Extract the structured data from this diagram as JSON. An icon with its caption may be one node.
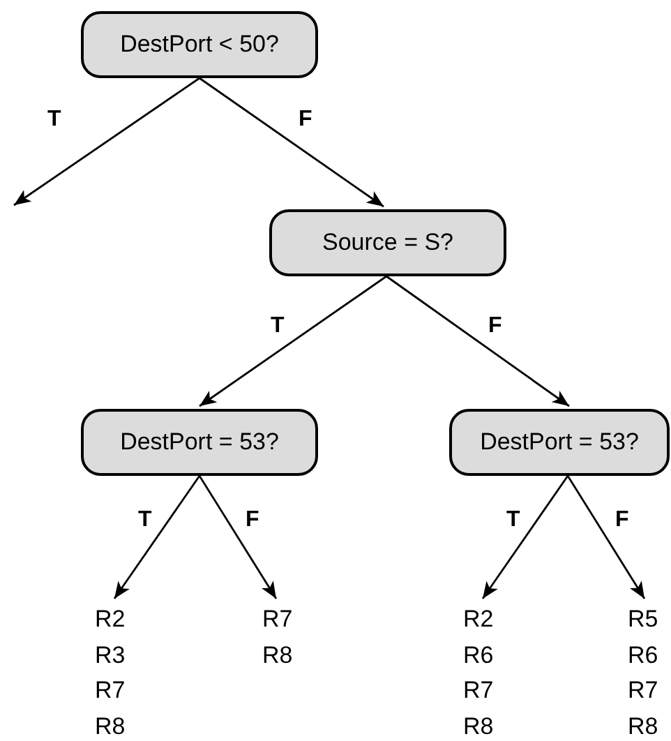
{
  "diagram": {
    "nodes": [
      {
        "text": [
          "DestPort < 50?"
        ]
      },
      {
        "text": [
          "Source = S?"
        ]
      },
      {
        "text": [
          "DestPort = 53?"
        ]
      },
      {
        "text": [
          "DestPort = 53?"
        ]
      },
      {
        "text": [
          "R2",
          "R3",
          "R7",
          "R8"
        ]
      },
      {
        "text": [
          "R7",
          "R8"
        ]
      },
      {
        "text": [
          "R2",
          "R6",
          "R7",
          "R8"
        ]
      },
      {
        "text": [
          "R5",
          "R6",
          "R7",
          "R8"
        ]
      }
    ],
    "edges": [
      {
        "from": 0,
        "to": null,
        "arrow": "to",
        "label": "T"
      },
      {
        "from": 0,
        "to": 1,
        "arrow": "to",
        "label": "F"
      },
      {
        "from": 1,
        "to": 2,
        "arrow": "to",
        "label": "T"
      },
      {
        "from": 1,
        "to": 3,
        "arrow": "to",
        "label": "F"
      },
      {
        "from": 2,
        "to": 4,
        "arrow": "to",
        "label": "T"
      },
      {
        "from": 2,
        "to": 5,
        "arrow": "to",
        "label": "F"
      },
      {
        "from": 3,
        "to": 6,
        "arrow": "to",
        "label": "T"
      },
      {
        "from": 3,
        "to": 7,
        "arrow": "to",
        "label": "F"
      }
    ]
  }
}
